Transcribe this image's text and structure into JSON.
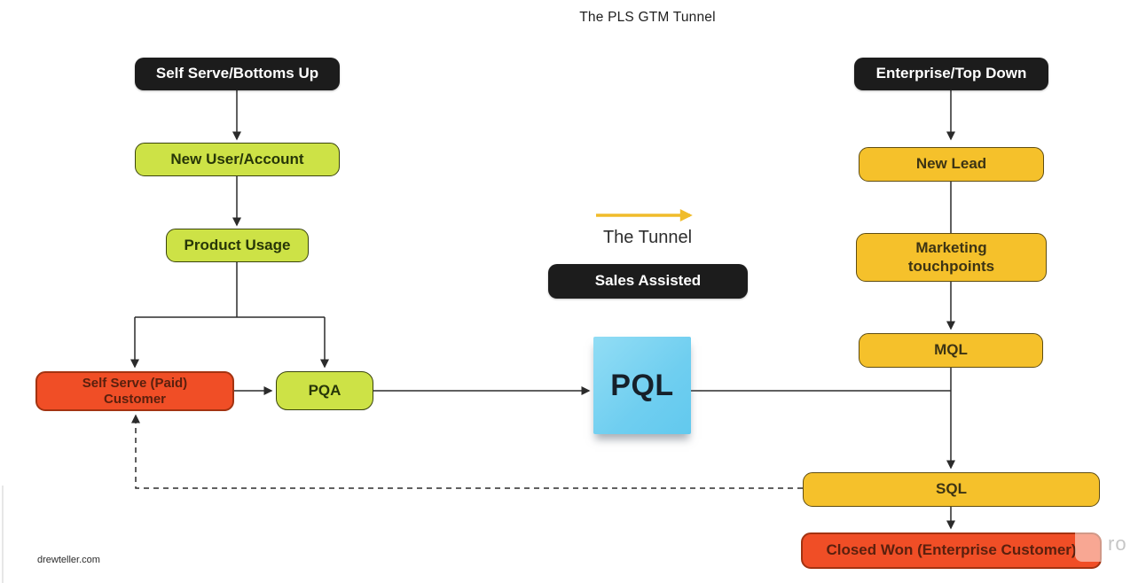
{
  "title": "The PLS GTM Tunnel",
  "nodes": {
    "self_serve_header": {
      "label": "Self Serve/Bottoms Up"
    },
    "new_user": {
      "label": "New User/Account"
    },
    "product_usage": {
      "label": "Product Usage"
    },
    "paid_customer": {
      "label": "Self Serve (Paid) Customer"
    },
    "pqa": {
      "label": "PQA"
    },
    "tunnel_label": {
      "label": "The Tunnel"
    },
    "sales_assisted": {
      "label": "Sales Assisted"
    },
    "pql": {
      "label": "PQL"
    },
    "enterprise_header": {
      "label": "Enterprise/Top Down"
    },
    "new_lead": {
      "label": "New Lead"
    },
    "marketing_touchpoints": {
      "label": "Marketing touchpoints"
    },
    "mql": {
      "label": "MQL"
    },
    "sql": {
      "label": "SQL"
    },
    "closed_won": {
      "label": "Closed Won (Enterprise Customer)"
    }
  },
  "footer": {
    "credit": "drewteller.com"
  },
  "watermark": {
    "text_fragment": "ro"
  },
  "colors": {
    "header_pill_bg": "#1c1c1c",
    "green_fill": "#cde246",
    "green_border": "#39430d",
    "yellow_fill": "#f5c12b",
    "yellow_border": "#5f4d12",
    "red_fill": "#f04e26",
    "red_border": "#a33311",
    "sticky_blue": "#74d0f1",
    "tunnel_arrow": "#f0bc2a",
    "connector": "#2b2b2b"
  }
}
